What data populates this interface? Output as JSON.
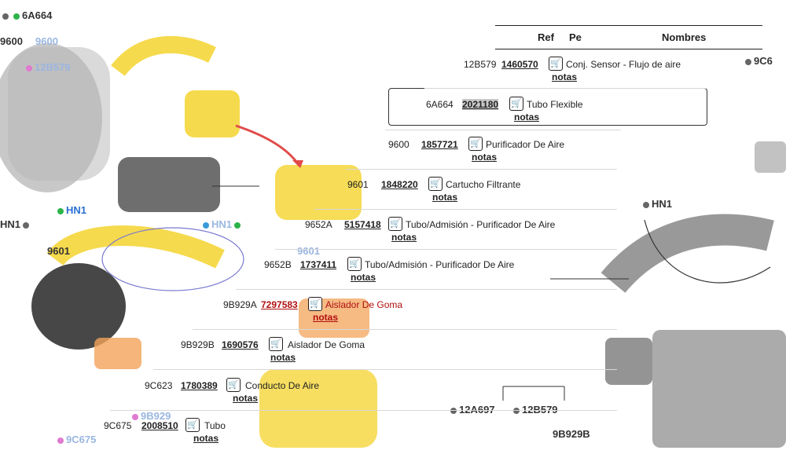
{
  "header": {
    "ref_col": "Ref",
    "part_col": "Pe",
    "name_col": "Nombres"
  },
  "rows": [
    {
      "ref": "12B579",
      "part": "1460570",
      "name": "Conj. Sensor - Flujo de aire",
      "notes": "notas",
      "cart_icon": "cart-icon"
    },
    {
      "ref": "6A664",
      "part": "2021180",
      "name": "Tubo Flexible",
      "notes": "notas",
      "cart_icon": "cart-icon"
    },
    {
      "ref": "9600",
      "part": "1857721",
      "name": "Purificador De Aire",
      "notes": "notas",
      "cart_icon": "cart-icon"
    },
    {
      "ref": "9601",
      "part": "1848220",
      "name": "Cartucho Filtrante",
      "notes": "notas",
      "cart_icon": "cart-icon"
    },
    {
      "ref": "9652A",
      "part": "5157418",
      "name": "Tubo/Admisión - Purificador De Aire",
      "notes": "notas",
      "cart_icon": "cart-icon"
    },
    {
      "ref": "9652B",
      "part": "1737411",
      "name": "Tubo/Admisión - Purificador De Aire",
      "notes": "notas",
      "cart_icon": "cart-icon"
    },
    {
      "ref": "9B929A",
      "part": "7297583",
      "name": "Aislador De Goma",
      "notes": "notas",
      "cart_icon": "cart-icon"
    },
    {
      "ref": "9B929B",
      "part": "1690576",
      "name": "Aislador De Goma",
      "notes": "notas",
      "cart_icon": "cart-icon"
    },
    {
      "ref": "9C623",
      "part": "1780389",
      "name": "Conducto De Aire",
      "notes": "notas",
      "cart_icon": "cart-icon"
    },
    {
      "ref": "9C675",
      "part": "2008510",
      "name": "Tubo",
      "notes": "notas",
      "cart_icon": "cart-icon"
    }
  ],
  "callouts": {
    "c6A664": "6A664",
    "c9600": "9600",
    "hn1_left": "HN1",
    "hn1_mid": "HN1",
    "hn1_right": "HN1",
    "c9601": "9601",
    "c12A697": "12A697",
    "c12B579": "12B579",
    "c9B929B": "9B929B",
    "c9C6": "9C6",
    "c9601b": "9601",
    "c9600b": "9600",
    "c12B579b": "12B579",
    "c9C6b": "9C675",
    "c9B929": "9B929"
  },
  "colors": {
    "part_yellow": "#f5d63a",
    "part_gray": "#4a4a4a",
    "accent_red": "#b01010",
    "link_blue": "#2a6fd0"
  }
}
